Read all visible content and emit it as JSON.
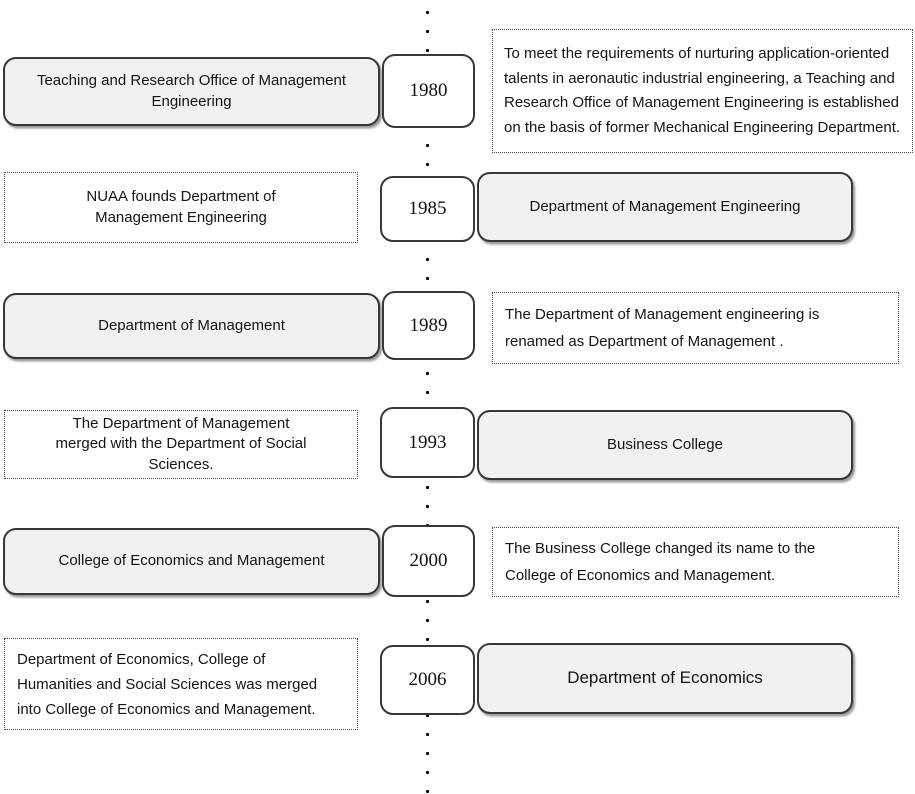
{
  "page": {
    "background": "#ffffff",
    "colors": {
      "solid_box_fill": "#f1f1f1",
      "solid_box_border": "#383838",
      "dotted_box_border": "#4a4a4a",
      "year_box_fill": "#ffffff",
      "timeline_dot_color": "#000000",
      "text": "#141414"
    }
  },
  "timeline": {
    "orientation": "vertical",
    "rows": [
      {
        "year": "1980",
        "left": {
          "box_style": "solid",
          "text": "Teaching and Research Office of Management Engineering"
        },
        "right": {
          "box_style": "dotted",
          "text": "To meet the requirements of nurturing application-oriented talents in aeronautic industrial engineering, a Teaching and Research Office of Management Engineering is established on the basis of former Mechanical Engineering Department."
        }
      },
      {
        "year": "1985",
        "left": {
          "box_style": "dotted",
          "text": "NUAA founds Department of Management Engineering"
        },
        "right": {
          "box_style": "solid",
          "text": "Department of Management Engineering"
        }
      },
      {
        "year": "1989",
        "left": {
          "box_style": "solid",
          "text": "Department of Management"
        },
        "right": {
          "box_style": "dotted",
          "text": "The Department of Management engineering is renamed as Department of Management ."
        }
      },
      {
        "year": "1993",
        "left": {
          "box_style": "dotted",
          "text": "The Department of Management merged with the Department of Social Sciences."
        },
        "right": {
          "box_style": "solid",
          "text": "Business College"
        }
      },
      {
        "year": "2000",
        "left": {
          "box_style": "solid",
          "text": "College of Economics and Management"
        },
        "right": {
          "box_style": "dotted",
          "text": "The Business College changed its name to the College of Economics and Management."
        }
      },
      {
        "year": "2006",
        "left": {
          "box_style": "dotted",
          "text": "Department of Economics, College of Humanities and Social Sciences was merged into College of Economics and Management."
        },
        "right": {
          "box_style": "solid",
          "text": "Department of Economics"
        }
      }
    ]
  }
}
